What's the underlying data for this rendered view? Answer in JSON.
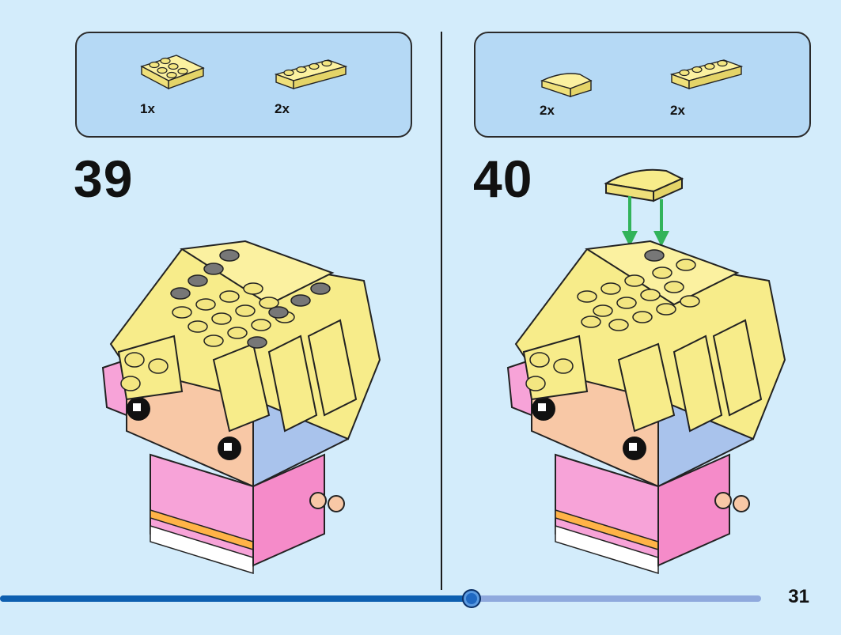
{
  "steps": [
    {
      "number": "39",
      "parts": [
        {
          "qty": "1x",
          "icon": "yellow-2x3-plate-icon"
        },
        {
          "qty": "2x",
          "icon": "yellow-1x4-plate-icon"
        }
      ]
    },
    {
      "number": "40",
      "parts": [
        {
          "qty": "2x",
          "icon": "yellow-curved-slope-icon"
        },
        {
          "qty": "2x",
          "icon": "yellow-1x4-plate-icon"
        }
      ]
    }
  ],
  "page_number": "31",
  "progress": 0.62,
  "colors": {
    "background": "#d3ecfb",
    "parts_box": "#b5d9f5",
    "brick_yellow": "#f7ec8a",
    "skin": "#f8c8a6",
    "pink": "#f7a3d8",
    "blue": "#a9c3ec",
    "arrow_green": "#32b35a",
    "progress_blue": "#0d5fb0"
  }
}
